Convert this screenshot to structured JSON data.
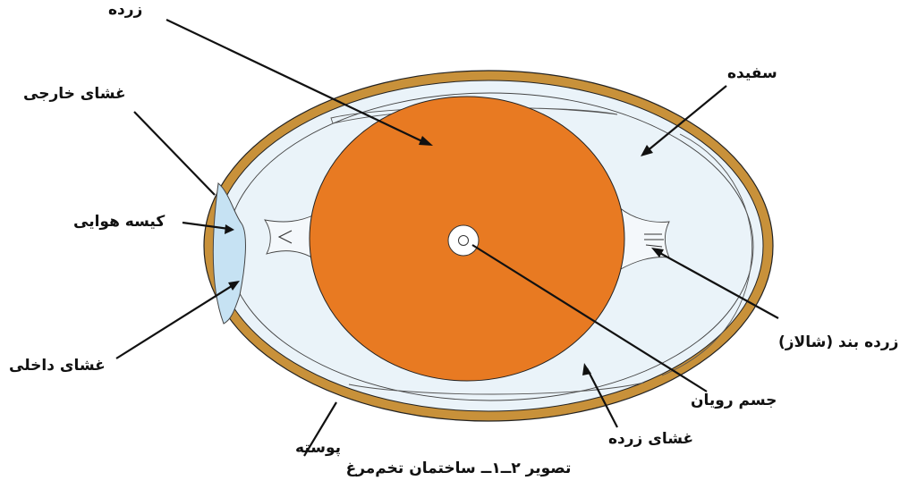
{
  "diagram": {
    "colors": {
      "shell": "#c8913a",
      "albumen": "#eaf3f9",
      "air_cell": "#c6e2f3",
      "yolk": "#e87a22",
      "outline": "#222222",
      "leader": "#111111"
    },
    "labels": {
      "yolk": "زرده",
      "albumen": "سفیده",
      "outer_membrane": "غشای خارجی",
      "air_cell": "کیسه هوایی",
      "inner_membrane": "غشای داخلی",
      "chalaza": "زرده بند (شالاز)",
      "germinal_disc": "جسم رویان",
      "vitelline_membrane": "غشای زرده",
      "shell": "پوسته"
    },
    "caption": "تصویر ۲ــ۱ــ ساختمان تخم‌مرغ"
  }
}
